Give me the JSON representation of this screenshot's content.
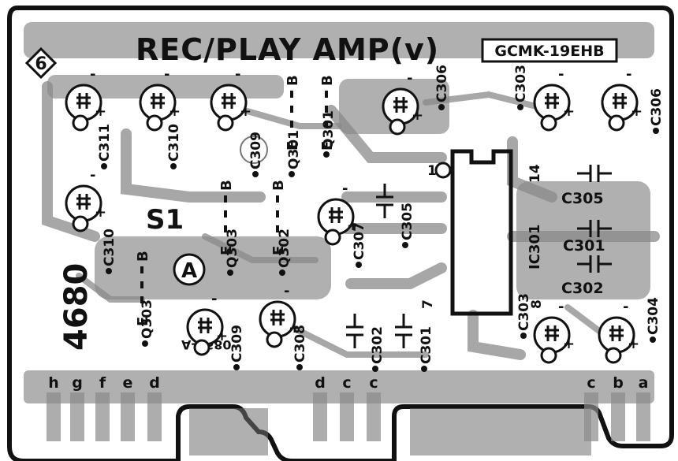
{
  "board": {
    "title": "REC/PLAY AMP(v)",
    "part_code": "GCMK-19EHB",
    "board_number": "6",
    "board_id": "4680",
    "mirrored_id": "A-4680",
    "point_s1": "S1",
    "point_a": "A",
    "colors": {
      "ink": "#111111",
      "copper": "#8a8a8a",
      "board": "#ffffff"
    }
  },
  "electrolytics": [
    {
      "ref": "C311"
    },
    {
      "ref": "C310"
    },
    {
      "ref": "C309"
    },
    {
      "ref": "C306"
    },
    {
      "ref": "C303"
    },
    {
      "ref": "C306"
    },
    {
      "ref": "C310"
    },
    {
      "ref": "C307"
    },
    {
      "ref": "C309"
    },
    {
      "ref": "C308"
    },
    {
      "ref": "C303"
    },
    {
      "ref": "C304"
    }
  ],
  "transistors": [
    {
      "ref": "Q301",
      "pins": [
        "E",
        "B"
      ]
    },
    {
      "ref": "Q301",
      "pins": [
        "E",
        "B"
      ]
    },
    {
      "ref": "Q303",
      "pins": [
        "E",
        "B"
      ]
    },
    {
      "ref": "Q302",
      "pins": [
        "E",
        "B"
      ]
    },
    {
      "ref": "Q303",
      "pins": [
        "E",
        "B"
      ]
    }
  ],
  "film_caps": [
    {
      "ref": "C305"
    },
    {
      "ref": "C305"
    },
    {
      "ref": "C301"
    },
    {
      "ref": "C302"
    },
    {
      "ref": "C302"
    },
    {
      "ref": "C301"
    }
  ],
  "ic": {
    "ref": "IC301",
    "pin1": "1",
    "pin7": "7",
    "pin8": "8",
    "pin14": "14"
  },
  "connectors": {
    "letters": [
      "h",
      "g",
      "f",
      "e",
      "d",
      "d",
      "c",
      "c",
      "c",
      "b",
      "a"
    ]
  },
  "polarity": {
    "minus": "-",
    "plus": "+"
  }
}
